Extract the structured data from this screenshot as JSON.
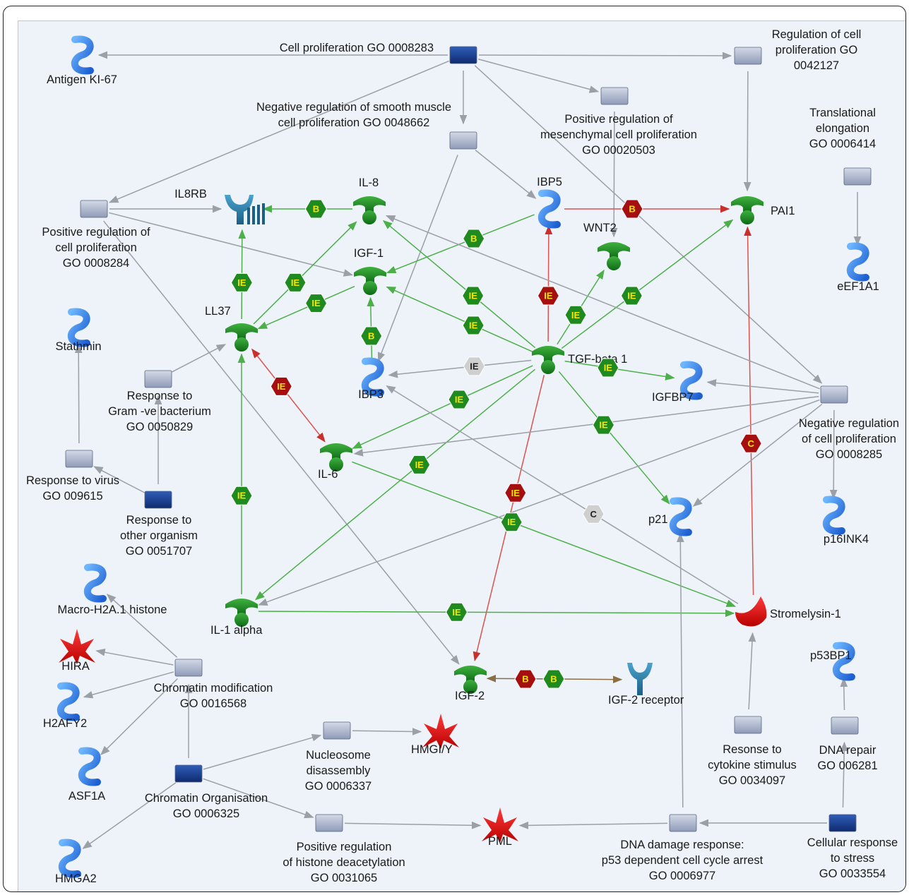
{
  "colors": {
    "background": "#edf3f8",
    "edge_gray": "#9aa0a6",
    "edge_green": "#4caf4a",
    "edge_red": "#d9534f",
    "hex_green": "#1f8a1f",
    "hex_red": "#a50f0f",
    "hex_gray": "#cfcfcf",
    "hex_text_yellow": "#f7e600",
    "go_process_light": "#aab4ca",
    "go_process_dark": "#1b3f8f",
    "ligand_green": "#1e8a1e",
    "protein_blue": "#2d7fe0",
    "receptor_teal": "#2f7fa8",
    "protease_red": "#e01010"
  },
  "nodes": [
    {
      "id": "ki67",
      "kind": "protein",
      "label": "Antigen KI-67"
    },
    {
      "id": "cellprolif",
      "kind": "go_dark",
      "label": "Cell proliferation GO 0008283"
    },
    {
      "id": "regcellprolif",
      "kind": "go_light",
      "label": "Regulation of cell\nproliferation GO\n0042127"
    },
    {
      "id": "negsmooth",
      "kind": "go_light",
      "label": "Negative regulation of smooth muscle\ncell proliferation GO 0048662"
    },
    {
      "id": "posmesen",
      "kind": "go_light",
      "label": "Positive regulation of\nmesenchymal cell proliferation\nGO 00020503"
    },
    {
      "id": "translelong",
      "kind": "go_light",
      "label": "Translational\nelongation\nGO 0006414"
    },
    {
      "id": "posprolif",
      "kind": "go_light",
      "label": "Positive regulation of\ncell proliferation\nGO 0008284"
    },
    {
      "id": "il8rb",
      "kind": "receptor_multi",
      "label": "IL8RB"
    },
    {
      "id": "il8",
      "kind": "ligand",
      "label": "IL-8"
    },
    {
      "id": "ibp5",
      "kind": "protein",
      "label": "IBP5"
    },
    {
      "id": "pai1",
      "kind": "ligand",
      "label": "PAI1"
    },
    {
      "id": "wnt2",
      "kind": "ligand",
      "label": "WNT2"
    },
    {
      "id": "igf1",
      "kind": "ligand",
      "label": "IGF-1"
    },
    {
      "id": "eef1a1",
      "kind": "protein",
      "label": "eEF1A1"
    },
    {
      "id": "stathmin",
      "kind": "protein",
      "label": "Stathmin"
    },
    {
      "id": "ll37",
      "kind": "ligand",
      "label": "LL37"
    },
    {
      "id": "tgfb1",
      "kind": "ligand",
      "label": "TGF-beta 1"
    },
    {
      "id": "gramneg",
      "kind": "go_light",
      "label": "Response to\nGram -ve bacterium\nGO 0050829"
    },
    {
      "id": "ibp3",
      "kind": "protein",
      "label": "IBP3"
    },
    {
      "id": "igfbp7",
      "kind": "protein",
      "label": "IGFBP7"
    },
    {
      "id": "negcellprolif",
      "kind": "go_light",
      "label": "Negative regulation\nof cell proliferation\nGO 0008285"
    },
    {
      "id": "il6",
      "kind": "ligand",
      "label": "IL-6"
    },
    {
      "id": "virus",
      "kind": "go_light",
      "label": "Response to virus\nGO 009615"
    },
    {
      "id": "otherorg",
      "kind": "go_dark",
      "label": "Response to\nother organism\nGO 0051707"
    },
    {
      "id": "p21",
      "kind": "protein",
      "label": "p21"
    },
    {
      "id": "p16",
      "kind": "protein",
      "label": "p16INK4"
    },
    {
      "id": "macroh2a",
      "kind": "protein",
      "label": "Macro-H2A.1 histone"
    },
    {
      "id": "il1a",
      "kind": "ligand",
      "label": "IL-1 alpha"
    },
    {
      "id": "stromelysin",
      "kind": "protease",
      "label": "Stromelysin-1"
    },
    {
      "id": "hira",
      "kind": "star",
      "label": "HIRA"
    },
    {
      "id": "chrommod",
      "kind": "go_light",
      "label": "Chromatin modification\nGO 0016568"
    },
    {
      "id": "igf2",
      "kind": "ligand",
      "label": "IGF-2"
    },
    {
      "id": "igf2r",
      "kind": "receptor_single",
      "label": "IGF-2 receptor"
    },
    {
      "id": "p53bp1",
      "kind": "protein",
      "label": "p53BP1"
    },
    {
      "id": "h2afy2",
      "kind": "protein",
      "label": "H2AFY2"
    },
    {
      "id": "nucleosome",
      "kind": "go_light",
      "label": "Nucleosome\ndisassembly\nGO 0006337"
    },
    {
      "id": "hmgiy",
      "kind": "star",
      "label": "HMGI/Y"
    },
    {
      "id": "cytokine",
      "kind": "go_light",
      "label": "Resonse to\ncytokine stimulus\nGO 0034097"
    },
    {
      "id": "dnarepair",
      "kind": "go_light",
      "label": "DNA repair\nGO 006281"
    },
    {
      "id": "asf1a",
      "kind": "protein",
      "label": "ASF1A"
    },
    {
      "id": "chromorg",
      "kind": "go_dark",
      "label": "Chromatin Organisation\nGO 0006325"
    },
    {
      "id": "poshist",
      "kind": "go_light",
      "label": "Positive regulation\nof histone deacetylation\nGO 0031065"
    },
    {
      "id": "pml",
      "kind": "star",
      "label": "PML"
    },
    {
      "id": "dnadamage",
      "kind": "go_light",
      "label": "DNA damage response:\np53 dependent cell cycle arrest\nGO 0006977"
    },
    {
      "id": "cellstress",
      "kind": "go_dark",
      "label": "Cellular response\nto stress\nGO 0033554"
    },
    {
      "id": "hmga2",
      "kind": "protein",
      "label": "HMGA2"
    }
  ],
  "edges": [
    {
      "from": "cellprolif",
      "to": "ki67",
      "color": "gray"
    },
    {
      "from": "cellprolif",
      "to": "regcellprolif",
      "color": "gray"
    },
    {
      "from": "cellprolif",
      "to": "posmesen",
      "color": "gray"
    },
    {
      "from": "cellprolif",
      "to": "negsmooth",
      "color": "gray"
    },
    {
      "from": "cellprolif",
      "to": "posprolif",
      "color": "gray"
    },
    {
      "from": "cellprolif",
      "to": "negcellprolif",
      "color": "gray"
    },
    {
      "from": "regcellprolif",
      "to": "pai1",
      "color": "gray"
    },
    {
      "from": "posmesen",
      "to": "wnt2",
      "color": "gray"
    },
    {
      "from": "translelong",
      "to": "eef1a1",
      "color": "gray"
    },
    {
      "from": "negsmooth",
      "to": "ibp5",
      "color": "gray"
    },
    {
      "from": "negsmooth",
      "to": "ibp3",
      "color": "gray"
    },
    {
      "from": "posprolif",
      "to": "il8rb",
      "color": "gray"
    },
    {
      "from": "posprolif",
      "to": "igf1",
      "color": "gray"
    },
    {
      "from": "posprolif",
      "to": "igf2",
      "color": "gray"
    },
    {
      "from": "il8",
      "to": "il8rb",
      "color": "green",
      "badge": "B"
    },
    {
      "from": "ibp5",
      "to": "pai1",
      "color": "red",
      "badge": "B"
    },
    {
      "from": "ibp5",
      "to": "igf1",
      "color": "green",
      "badge": "B"
    },
    {
      "from": "ll37",
      "to": "il8rb",
      "color": "green",
      "badge": "IE"
    },
    {
      "from": "ll37",
      "to": "il8",
      "color": "green",
      "badge": "IE"
    },
    {
      "from": "igf1",
      "to": "ll37",
      "color": "green",
      "badge": "IE"
    },
    {
      "from": "ibp3",
      "to": "igf1",
      "color": "green",
      "badge": "B"
    },
    {
      "from": "tgfb1",
      "to": "il8",
      "color": "green",
      "badge": "IE"
    },
    {
      "from": "tgfb1",
      "to": "igf1",
      "color": "green",
      "badge": "IE"
    },
    {
      "from": "tgfb1",
      "to": "ibp5",
      "color": "red",
      "badge": "IE"
    },
    {
      "from": "tgfb1",
      "to": "wnt2",
      "color": "green",
      "badge": "IE"
    },
    {
      "from": "tgfb1",
      "to": "pai1",
      "color": "green",
      "badge": "IE"
    },
    {
      "from": "tgfb1",
      "to": "ibp3",
      "color": "gray",
      "badge": "IE"
    },
    {
      "from": "tgfb1",
      "to": "igfbp7",
      "color": "green",
      "badge": "IE"
    },
    {
      "from": "tgfb1",
      "to": "il6",
      "color": "green",
      "badge": "IE"
    },
    {
      "from": "tgfb1",
      "to": "il1a",
      "color": "green",
      "badge": "IE"
    },
    {
      "from": "tgfb1",
      "to": "p21",
      "color": "green",
      "badge": "IE"
    },
    {
      "from": "tgfb1",
      "to": "igf2",
      "color": "red",
      "badge": "IE"
    },
    {
      "from": "ll37",
      "to": "il6",
      "color": "red",
      "badge": "IE",
      "bidir": true
    },
    {
      "from": "il1a",
      "to": "ll37",
      "color": "green",
      "badge": "IE"
    },
    {
      "from": "il6",
      "to": "stromelysin",
      "color": "green",
      "badge": "IE"
    },
    {
      "from": "il1a",
      "to": "stromelysin",
      "color": "green",
      "badge": "IE"
    },
    {
      "from": "stromelysin",
      "to": "pai1",
      "color": "red",
      "badge": "C"
    },
    {
      "from": "stromelysin",
      "to": "ibp3",
      "color": "gray",
      "badge": "C"
    },
    {
      "from": "negcellprolif",
      "to": "il8",
      "color": "gray"
    },
    {
      "from": "negcellprolif",
      "to": "igfbp7",
      "color": "gray"
    },
    {
      "from": "negcellprolif",
      "to": "il6",
      "color": "gray"
    },
    {
      "from": "negcellprolif",
      "to": "il1a",
      "color": "gray"
    },
    {
      "from": "negcellprolif",
      "to": "p21",
      "color": "gray"
    },
    {
      "from": "negcellprolif",
      "to": "p16",
      "color": "gray"
    },
    {
      "from": "gramneg",
      "to": "ll37",
      "color": "gray"
    },
    {
      "from": "otherorg",
      "to": "gramneg",
      "color": "gray"
    },
    {
      "from": "otherorg",
      "to": "virus",
      "color": "gray"
    },
    {
      "from": "virus",
      "to": "stathmin",
      "color": "gray"
    },
    {
      "from": "igf2",
      "to": "igf2r",
      "color": "dual",
      "badge": "BB",
      "bidir": true
    },
    {
      "from": "cytokine",
      "to": "stromelysin",
      "color": "gray"
    },
    {
      "from": "cellstress",
      "to": "dnarepair",
      "color": "gray"
    },
    {
      "from": "dnarepair",
      "to": "p53bp1",
      "color": "gray"
    },
    {
      "from": "cellstress",
      "to": "dnadamage",
      "color": "gray"
    },
    {
      "from": "dnadamage",
      "to": "pml",
      "color": "gray"
    },
    {
      "from": "dnadamage",
      "to": "p21",
      "color": "gray"
    },
    {
      "from": "chromorg",
      "to": "chrommod",
      "color": "gray"
    },
    {
      "from": "chromorg",
      "to": "nucleosome",
      "color": "gray"
    },
    {
      "from": "chromorg",
      "to": "poshist",
      "color": "gray"
    },
    {
      "from": "chromorg",
      "to": "hmga2",
      "color": "gray"
    },
    {
      "from": "nucleosome",
      "to": "hmgiy",
      "color": "gray"
    },
    {
      "from": "poshist",
      "to": "pml",
      "color": "gray"
    },
    {
      "from": "chrommod",
      "to": "macroh2a",
      "color": "gray"
    },
    {
      "from": "chrommod",
      "to": "hira",
      "color": "gray"
    },
    {
      "from": "chrommod",
      "to": "h2afy2",
      "color": "gray"
    },
    {
      "from": "chrommod",
      "to": "asf1a",
      "color": "gray"
    }
  ]
}
